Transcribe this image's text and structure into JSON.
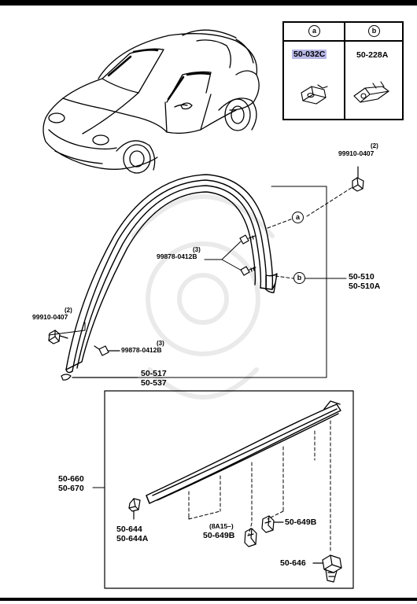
{
  "legend": {
    "col_a": "a",
    "col_b": "b",
    "part_a": "50-032C",
    "part_b": "50-228A"
  },
  "callouts": {
    "a": "a",
    "b": "b"
  },
  "labels": {
    "clip_top_qty": "(2)",
    "clip_top_no": "99910-0407",
    "screw_mid_qty": "(3)",
    "screw_mid_no": "99878-0412B",
    "molding_no_1": "50-510",
    "molding_no_2": "50-510A",
    "clip_left_qty": "(2)",
    "clip_left_no": "99910-0407",
    "screw_low_qty": "(3)",
    "screw_low_no": "99878-0412B",
    "seal_no_1": "50-517",
    "seal_no_2": "50-537",
    "rail_no_1": "50-660",
    "rail_no_2": "50-670",
    "end_no_1": "50-644",
    "end_no_2": "50-644A",
    "note": "(8A15–)",
    "clip_b_left": "50-649B",
    "clip_b_right": "50-649B",
    "fastener": "50-646"
  },
  "colors": {
    "highlight": "#b8b8e8",
    "line": "#000000"
  }
}
